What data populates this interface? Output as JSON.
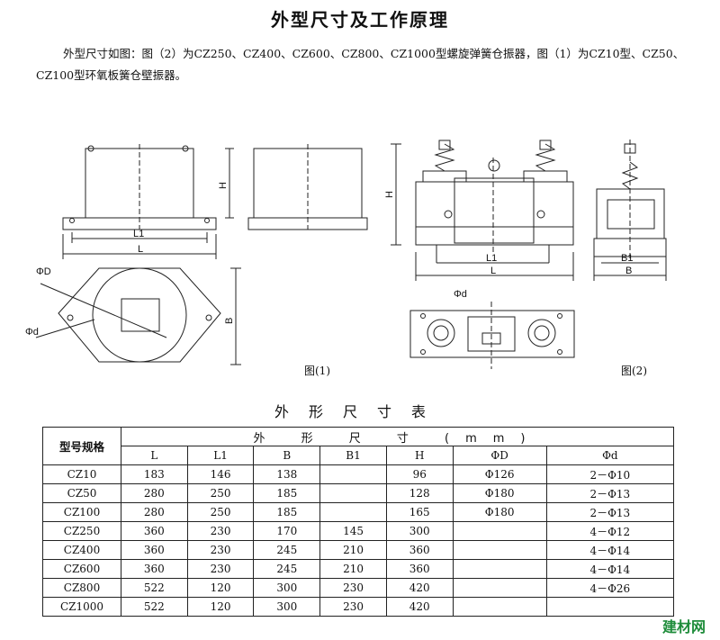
{
  "page": {
    "title": "外型尺寸及工作原理",
    "intro": "外型尺寸如图：图（2）为CZ250、CZ400、CZ600、CZ800、CZ1000型螺旋弹簧仓振器，图（1）为CZ10型、CZ50、CZ100型环氧板簧仓壁振器。"
  },
  "figures": {
    "fig1_caption": "图(1)",
    "fig2_caption": "图(2)",
    "labels": {
      "H": "H",
      "L1": "L1",
      "L": "L",
      "B": "B",
      "B1": "B1",
      "phiD": "ΦD",
      "phid": "Φd"
    }
  },
  "table": {
    "title": "外形尺寸表",
    "model_header": "型号规格",
    "group_header": "外 形 尺 寸 (mm)",
    "columns": [
      "L",
      "L1",
      "B",
      "B1",
      "H",
      "ΦD",
      "Φd"
    ],
    "rows": [
      [
        "CZ10",
        "183",
        "146",
        "138",
        "",
        "96",
        "Φ126",
        "2－Φ10"
      ],
      [
        "CZ50",
        "280",
        "250",
        "185",
        "",
        "128",
        "Φ180",
        "2－Φ13"
      ],
      [
        "CZ100",
        "280",
        "250",
        "185",
        "",
        "165",
        "Φ180",
        "2－Φ13"
      ],
      [
        "CZ250",
        "360",
        "230",
        "170",
        "145",
        "300",
        "",
        "4－Φ12"
      ],
      [
        "CZ400",
        "360",
        "230",
        "245",
        "210",
        "360",
        "",
        "4－Φ14"
      ],
      [
        "CZ600",
        "360",
        "230",
        "245",
        "210",
        "360",
        "",
        "4－Φ14"
      ],
      [
        "CZ800",
        "522",
        "120",
        "300",
        "230",
        "420",
        "",
        "4－Φ26"
      ],
      [
        "CZ1000",
        "522",
        "120",
        "300",
        "230",
        "420",
        "",
        ""
      ]
    ]
  },
  "watermark": "建材网"
}
